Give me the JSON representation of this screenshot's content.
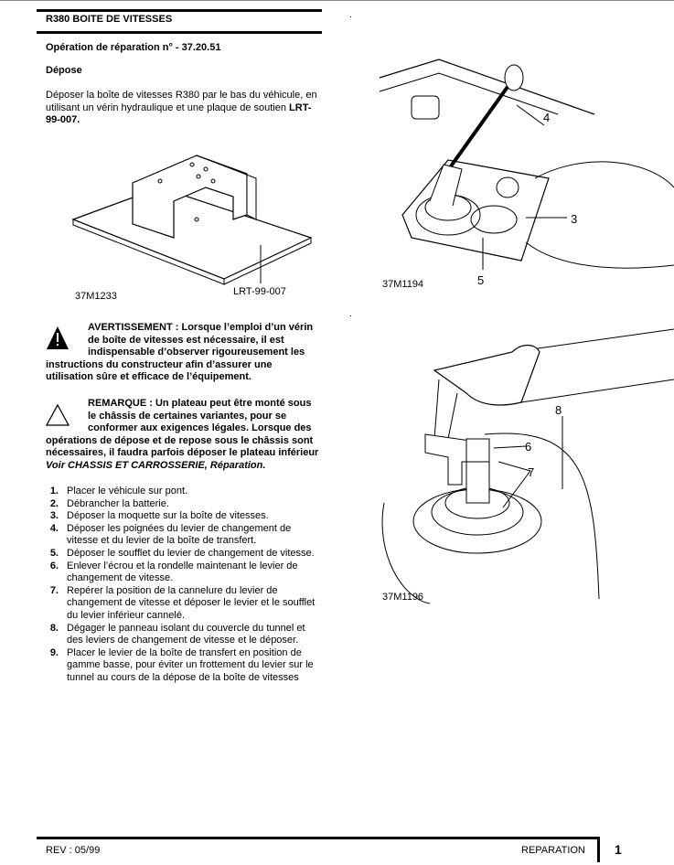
{
  "header": {
    "title": "R380 BOITE DE VITESSES",
    "operation": "Opération de réparation n° -  37.20.51",
    "section": "Dépose"
  },
  "intro": {
    "text": "Déposer la boîte de vitesses R380 par le bas du véhicule, en utilisant un vérin hydraulique et une plaque de soutien ",
    "tool": "LRT-99-007."
  },
  "figures": {
    "fig1": {
      "code": "37M1233",
      "tool_label": "LRT-99-007"
    },
    "fig2": {
      "code": "37M1194",
      "callouts": [
        "4",
        "3",
        "5"
      ]
    },
    "fig3": {
      "code": "37M1196",
      "callouts": [
        "8",
        "6",
        "7"
      ]
    }
  },
  "warning": {
    "icon": "warning-triangle-filled-icon",
    "text": "AVERTISSEMENT : Lorsque l’emploi d’un vérin de boîte de vitesses est nécessaire, il est indispensable d’observer rigoureusement les instructions du constructeur afin d’assurer une utilisation sûre et efficace de l’équipement."
  },
  "note": {
    "icon": "note-triangle-outline-icon",
    "text": "REMARQUE : Un plateau peut être monté sous le châssis de certaines variantes, pour se conformer aux exigences légales. Lorsque des opérations de dépose et de repose sous le châssis sont nécessaires, il faudra parfois déposer le plateau inférieur ",
    "ref": "Voir CHASSIS ET CARROSSERIE, Réparation."
  },
  "steps": [
    {
      "n": "1.",
      "text": "Placer le véhicule sur pont."
    },
    {
      "n": "2.",
      "text": "Débrancher la batterie."
    },
    {
      "n": "3.",
      "text": "Déposer la moquette sur la boîte de vitesses."
    },
    {
      "n": "4.",
      "text": "Déposer les poignées du levier de changement de vitesse et du levier de la boîte de transfert."
    },
    {
      "n": "5.",
      "text": "Déposer le soufflet du levier de changement de vitesse."
    },
    {
      "n": "6.",
      "text": "Enlever l’écrou et la rondelle maintenant le levier de changement de vitesse."
    },
    {
      "n": "7.",
      "text": "Repérer la position de la cannelure du levier de changement de vitesse et déposer le levier et le soufflet du levier inférieur cannelé."
    },
    {
      "n": "8.",
      "text": "Dégager le panneau isolant du couvercle du tunnel et des leviers de changement de vitesse et le déposer."
    },
    {
      "n": "9.",
      "text": "Placer le levier de la boîte de transfert en position de gamme basse, pour éviter un frottement du levier sur le tunnel au cours de la dépose de la boîte de vitesses"
    }
  ],
  "footer": {
    "rev": "REV : 05/99",
    "section": "REPARATION",
    "page": "1"
  }
}
